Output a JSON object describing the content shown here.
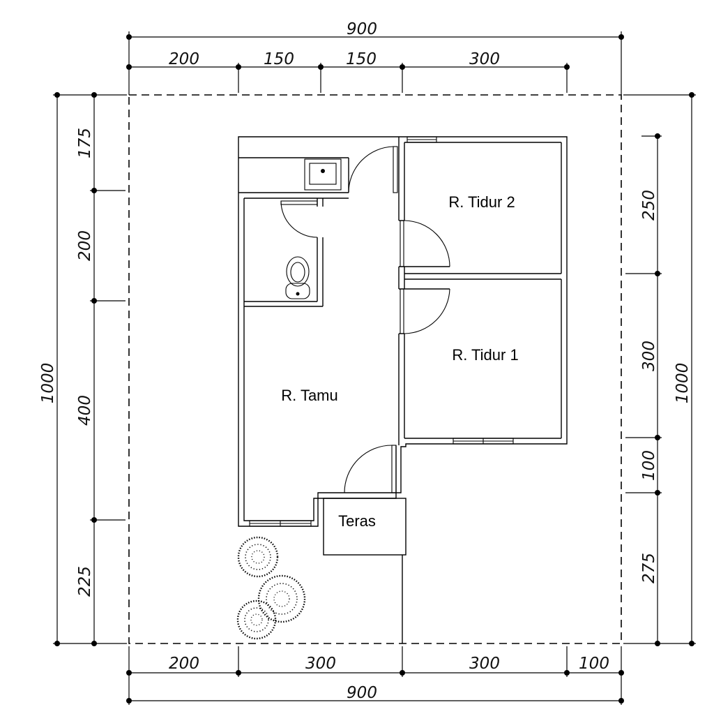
{
  "rooms": {
    "tidur2": "R. Tidur 2",
    "tidur1": "R. Tidur 1",
    "tamu": "R. Tamu",
    "teras": "Teras"
  },
  "dimensions": {
    "top_total": "900",
    "top_segments": [
      "200",
      "150",
      "150",
      "300"
    ],
    "bottom_segments": [
      "200",
      "300",
      "300",
      "100"
    ],
    "bottom_total": "900",
    "left_total": "1000",
    "left_segments": [
      "175",
      "200",
      "400",
      "225"
    ],
    "right_segments": [
      "250",
      "300",
      "100",
      "275"
    ],
    "right_total": "1000"
  }
}
